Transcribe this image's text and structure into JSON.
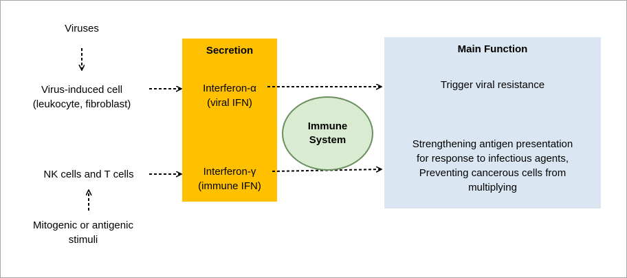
{
  "sources": {
    "viruses": "Viruses",
    "virus_induced_line1": "Virus-induced cell",
    "virus_induced_line2": "(leukocyte, fibroblast)",
    "nk_t_cells": "NK cells and T cells",
    "mitogenic_line1": "Mitogenic or antigenic",
    "mitogenic_line2": "stimuli"
  },
  "secretion": {
    "title": "Secretion",
    "alpha_line1": "Interferon-α",
    "alpha_line2": "(viral IFN)",
    "gamma_line1": "Interferon-γ",
    "gamma_line2": "(immune IFN)",
    "fill_color": "#ffc000"
  },
  "immune_system": {
    "line1": "Immune",
    "line2": "System",
    "fill_color": "#d9ecd2"
  },
  "main_function": {
    "title": "Main Function",
    "item1": "Trigger viral resistance",
    "item2_line1": "Strengthening antigen presentation",
    "item2_line2": "for response to infectious agents,",
    "item2_line3": "Preventing cancerous cells from",
    "item2_line4": "multiplying",
    "fill_color": "#dae6f1"
  }
}
